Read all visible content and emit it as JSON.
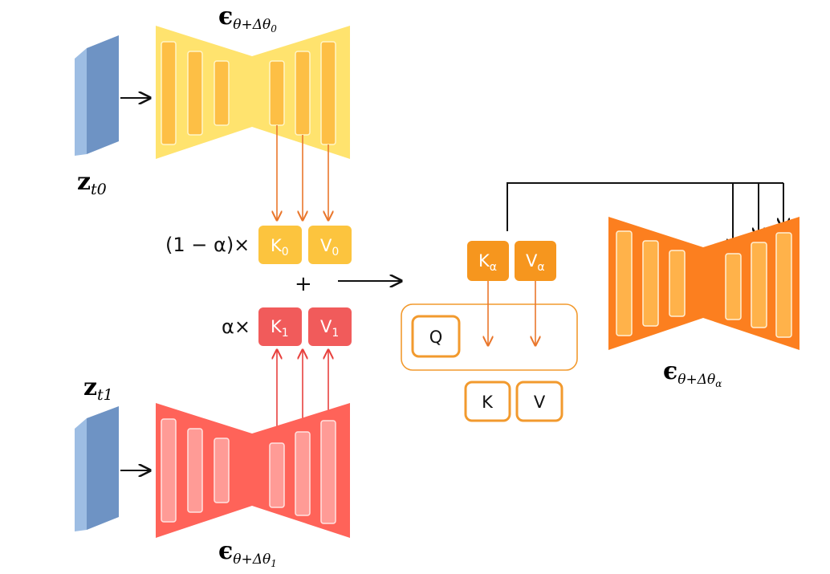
{
  "colors": {
    "yellow_unet": "#FFE36E",
    "yellow_block": "#FDBF45",
    "yellow_block_border": "#FFF6C8",
    "red_unet": "#FF6359",
    "red_block": "#FF9B96",
    "red_block_border": "#FFE3E1",
    "orange_unet": "#FC7F1F",
    "orange_block": "#FFB24A",
    "orange_block_border": "#FFF0D6",
    "latent_face": "#9DBDE3",
    "latent_side": "#6E93C4",
    "yellow_kv": "#FCC43E",
    "red_kv": "#F15B5B",
    "orange_kv": "#F6961E",
    "orange_outline": "#F29A2E",
    "arrow_orange": "#E9762B",
    "arrow_red": "#E8413E",
    "arrow_black": "#111111"
  },
  "labels": {
    "eps_top": {
      "main": "ϵ",
      "sub": "θ+Δθ",
      "subsub": "0"
    },
    "eps_bottom": {
      "main": "ϵ",
      "sub": "θ+Δθ",
      "subsub": "1"
    },
    "eps_right": {
      "main": "ϵ",
      "sub": "θ+Δθ",
      "subsub": "α"
    },
    "z_top": {
      "main": "z",
      "sub": "t0"
    },
    "z_bottom": {
      "main": "z",
      "sub": "t1"
    },
    "coef_top": "(1 − α)×",
    "coef_bottom": "α×",
    "plus": "+"
  },
  "kv_boxes": {
    "k0": {
      "main": "K",
      "sub": "0"
    },
    "v0": {
      "main": "V",
      "sub": "0"
    },
    "k1": {
      "main": "K",
      "sub": "1"
    },
    "v1": {
      "main": "V",
      "sub": "1"
    },
    "ka": {
      "main": "K",
      "sub": "α"
    },
    "va": {
      "main": "V",
      "sub": "α"
    }
  },
  "attention": {
    "q": "Q",
    "k": "K",
    "v": "V"
  }
}
